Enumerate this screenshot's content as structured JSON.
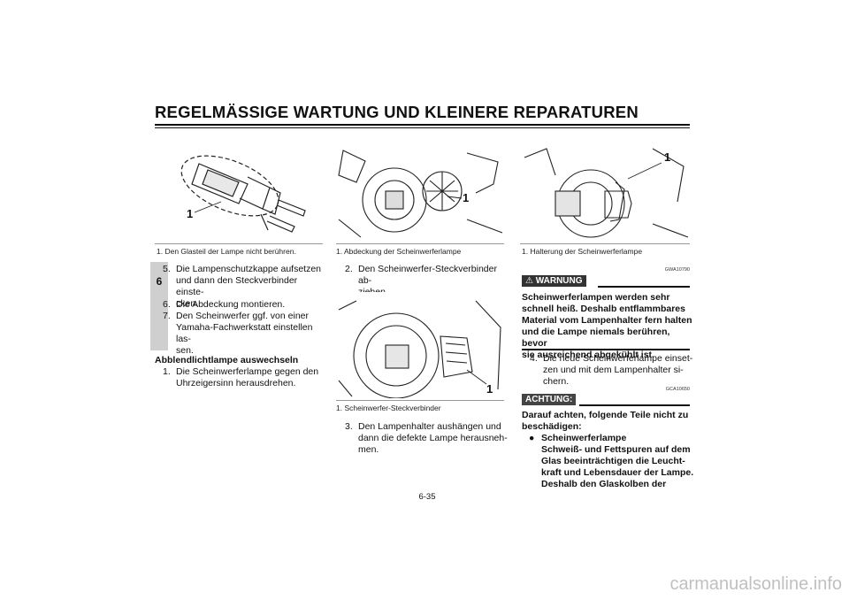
{
  "page": {
    "title": "REGELMÄSSIGE WARTUNG UND KLEINERE REPARATUREN",
    "chapter": "6",
    "page_number": "6-35"
  },
  "figures": {
    "bulb": {
      "label": "1",
      "caption": "1. Den Glasteil der Lampe nicht berühren."
    },
    "cover": {
      "label": "1",
      "caption": "1. Abdeckung der Scheinwerferlampe"
    },
    "connector": {
      "label": "1",
      "caption": "1. Scheinwerfer-Steckverbinder"
    },
    "holder": {
      "label": "1",
      "caption": "1. Halterung der Scheinwerferlampe"
    }
  },
  "column1": {
    "steps": [
      {
        "num": "5.",
        "lines": [
          "Die Lampenschutzkappe aufsetzen",
          "und dann den Steckverbinder einste-",
          "cken."
        ]
      },
      {
        "num": "6.",
        "lines": [
          "Die Abdeckung montieren."
        ]
      },
      {
        "num": "7.",
        "lines": [
          "Den Scheinwerfer ggf. von einer",
          "Yamaha-Fachwerkstatt einstellen las-",
          "sen."
        ]
      }
    ],
    "subheading": "Abblendlichtlampe auswechseln",
    "step1": {
      "num": "1.",
      "lines": [
        "Die Scheinwerferlampe gegen den",
        "Uhrzeigersinn herausdrehen."
      ]
    }
  },
  "column2": {
    "step2": {
      "num": "2.",
      "lines": [
        "Den Scheinwerfer-Steckverbinder ab-",
        "ziehen."
      ]
    },
    "step3": {
      "num": "3.",
      "lines": [
        "Den Lampenhalter aushängen und",
        "dann die defekte Lampe herausneh-",
        "men."
      ]
    }
  },
  "column3": {
    "warning": {
      "code": "GWA10790",
      "label": "WARNUNG",
      "lines": [
        "Scheinwerferlampen werden sehr",
        "schnell heiß. Deshalb entflammbares",
        "Material vom Lampenhalter fern halten",
        "und die Lampe niemals berühren, bevor",
        "sie ausreichend abgekühlt ist."
      ]
    },
    "step4": {
      "num": "4.",
      "lines": [
        "Die neue Scheinwerferlampe einset-",
        "zen und mit dem Lampenhalter si-",
        "chern."
      ]
    },
    "caution": {
      "code": "GCA10650",
      "label": "ACHTUNG:",
      "intro": [
        "Darauf achten, folgende Teile nicht zu",
        "beschädigen:"
      ],
      "bullet_title": "Scheinwerferlampe",
      "bullet_lines": [
        "Schweiß- und Fettspuren auf dem",
        "Glas beeinträchtigen die Leucht-",
        "kraft und Lebensdauer der Lampe.",
        "Deshalb den Glaskolben der"
      ]
    }
  },
  "watermark": "carmanualsonline.info"
}
